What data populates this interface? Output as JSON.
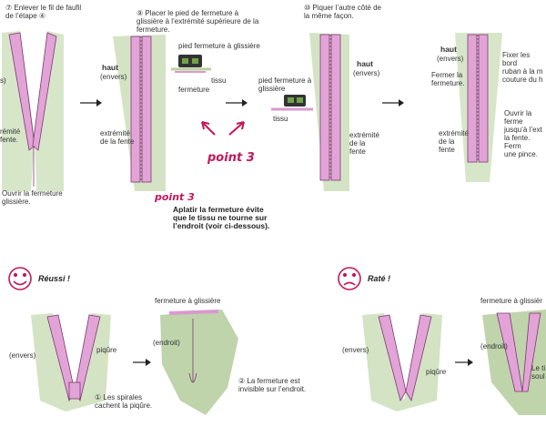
{
  "step1": {
    "step7": "⑦ Enlever le fil de faufil\nde l’étape ④",
    "envers_cut": "s)",
    "extremite_cut": "rémité\nfente.",
    "open_zip_cut": "Ouvrir la fermeture\nglissière."
  },
  "step2": {
    "step9": "⑨ Placer le pied de fermeture à\nglissière à l’extrémité supérieure de la\nfermeture.",
    "haut": "haut",
    "envers": "(envers)",
    "foot_label": "pied fermeture à glissière",
    "fermeture": "fermeture",
    "tissu": "tissu",
    "extremite": "extrémité\nde la fente"
  },
  "point3": {
    "label": "point 3",
    "note": "Aplatir la fermeture évite\nque le tissu ne tourne sur\nl’endroit (voir ci-dessous)."
  },
  "step3": {
    "step10": "⑩ Piquer l’autre côté de\nla même façon.",
    "haut": "haut",
    "envers": "(envers)",
    "foot_label": "pied fermeture à\nglissière",
    "tissu": "tissu",
    "extremite": "extrémité\nde la\nfente"
  },
  "step4": {
    "haut": "haut",
    "envers": "(envers)",
    "fix_cut": "Fixer les bord\nruban à la m\ncouture du h",
    "close": "Fermer la\nfermeture.",
    "extremite": "extrémité\nde la\nfente",
    "open_cut": "Ouvrir la ferme\njusqu’à l’ext\nla fente. Ferm\nune pince."
  },
  "success": {
    "title": "Réussi !",
    "envers": "(envers)",
    "piqure": "piqûre",
    "spirales": "① Les spirales\ncachent la piqûre.",
    "zip_label": "fermeture à glissière",
    "endroit": "(endroit)",
    "invisible": "② La fermeture est\ninvisible sur l’endroit."
  },
  "fail": {
    "title": "Raté !",
    "envers": "(envers)",
    "piqure": "piqûre",
    "zip_label_cut": "fermeture à glissièr",
    "endroit": "(endroit)",
    "tissu_cut": "Le ti\nsoul"
  },
  "colors": {
    "fabric": "#a9c58f",
    "zipper": "#d99ad0",
    "accent": "#c2185b"
  }
}
